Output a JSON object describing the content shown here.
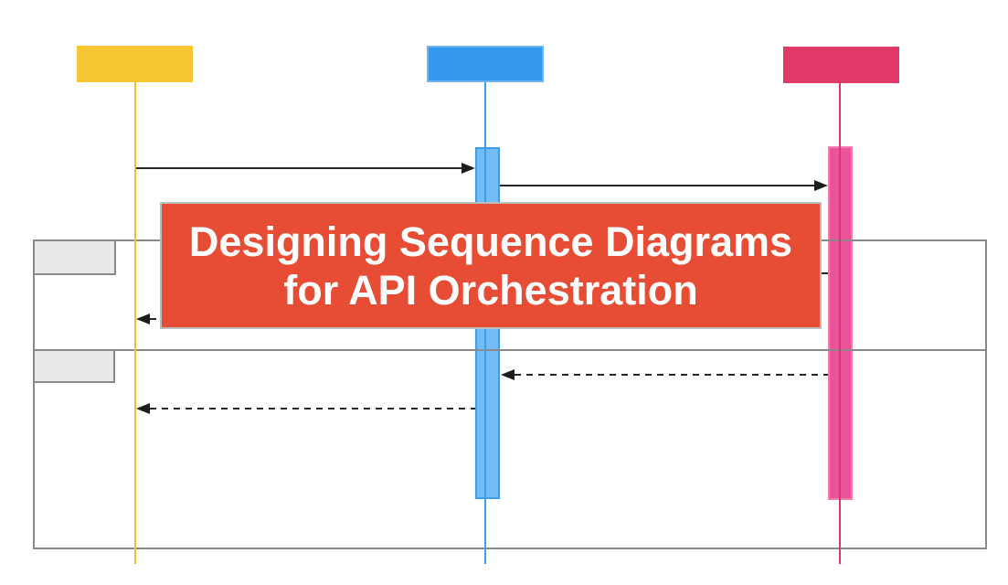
{
  "banner": {
    "line1": "Designing Sequence Diagrams",
    "line2": "for API Orchestration",
    "bg_color": "#E74C34",
    "text_color": "#FFFFFF"
  },
  "actors": [
    {
      "id": "actor-yellow",
      "box_color": "#F8C632",
      "lifeline_color": "#F5C02F"
    },
    {
      "id": "actor-blue",
      "box_color": "#3499EC",
      "lifeline_color": "#3B9EE8"
    },
    {
      "id": "actor-pink",
      "box_color": "#E23A68",
      "lifeline_color": "#DC3570"
    }
  ],
  "activations": [
    {
      "actor": "actor-blue",
      "fill": "#74BCF5",
      "border": "#3E9EE9"
    },
    {
      "actor": "actor-pink",
      "fill": "#E9549A",
      "border": "#F07CB0"
    }
  ],
  "fragment": {
    "border_color": "#898989",
    "operand_label_fill": "#E9E9E9",
    "operand_count": 2
  },
  "messages": [
    {
      "type": "solid",
      "from": "actor-yellow",
      "to": "actor-blue"
    },
    {
      "type": "solid",
      "from": "actor-blue",
      "to": "actor-pink"
    },
    {
      "type": "dashed",
      "from": "actor-pink",
      "to": "actor-blue",
      "note": "mostly hidden behind banner"
    },
    {
      "type": "dashed",
      "from": "actor-blue",
      "to": "actor-yellow",
      "note": "partially hidden behind banner"
    },
    {
      "type": "dashed",
      "from": "actor-pink",
      "to": "actor-blue"
    },
    {
      "type": "dashed",
      "from": "actor-blue",
      "to": "actor-yellow"
    }
  ],
  "arrow_color": "#262626"
}
